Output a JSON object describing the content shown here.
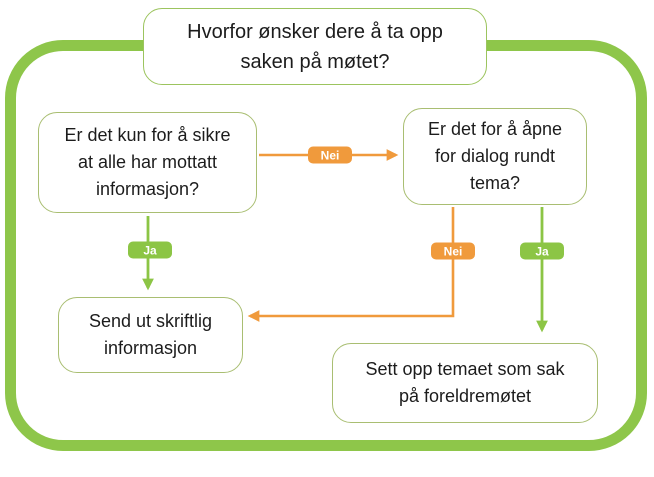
{
  "flowchart": {
    "title": "Hvorfor ønsker dere å ta opp\nsaken på møtet?",
    "nodes": {
      "q_left": "Er det kun for å sikre\nat alle har mottatt\ninformasjon?",
      "q_right": "Er det for å åpne\nfor dialog rundt\ntema?",
      "action_left": "Send ut skriftlig\ninformasjon",
      "action_right": "Sett opp temaet som sak\npå foreldremøtet"
    },
    "edges": {
      "left_to_right_label": "Nei",
      "left_down_label": "Ja",
      "right_elbow_label": "Nei",
      "right_down_label": "Ja"
    },
    "colors": {
      "frame_green": "#8ec64a",
      "badge_green": "#8cc545",
      "badge_orange": "#f09a3c",
      "arrow_orange": "#f09a3c",
      "arrow_green": "#8cc545",
      "box_border": "#a9be72",
      "text": "#1c1c1c"
    }
  }
}
